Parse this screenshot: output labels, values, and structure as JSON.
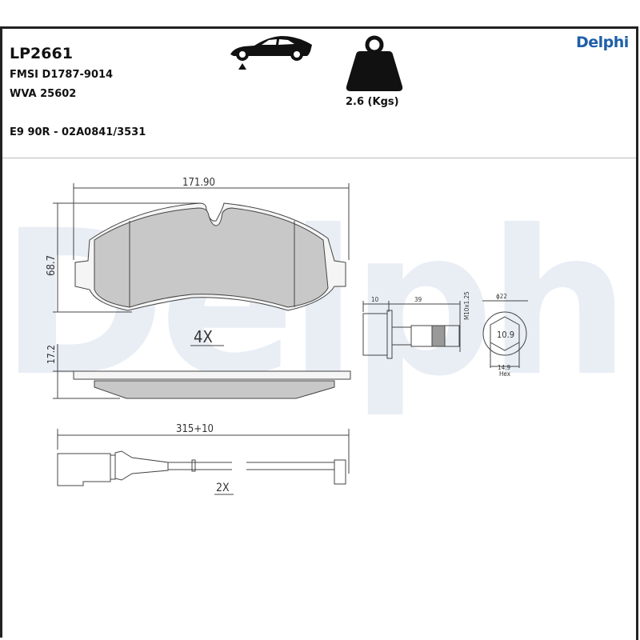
{
  "header": {
    "part_number": "LP2661",
    "fmsi": "FMSI D1787-9014",
    "wva": "WVA 25602",
    "ece": "E9 90R - 02A0841/3531",
    "brand": "Delphi",
    "brand_color": "#1f5fa8",
    "axle_icon": "car-front-axle-icon",
    "weight_icon": "weight-icon",
    "weight": "2.6 (Kgs)"
  },
  "watermark": "Delphi",
  "pad": {
    "width_dim": "171.90",
    "height_dim": "68.7",
    "thickness_dim": "17.2",
    "quantity": "4X"
  },
  "bolt": {
    "head_dim": "10",
    "length_dim": "39",
    "thread_dim": "M10x1.25",
    "flange_dim": "ϕ22",
    "grade": "10.9",
    "hex_dim": "14.9",
    "hex_label": "Hex"
  },
  "sensor": {
    "length_dim": "315+10",
    "quantity": "2X"
  }
}
